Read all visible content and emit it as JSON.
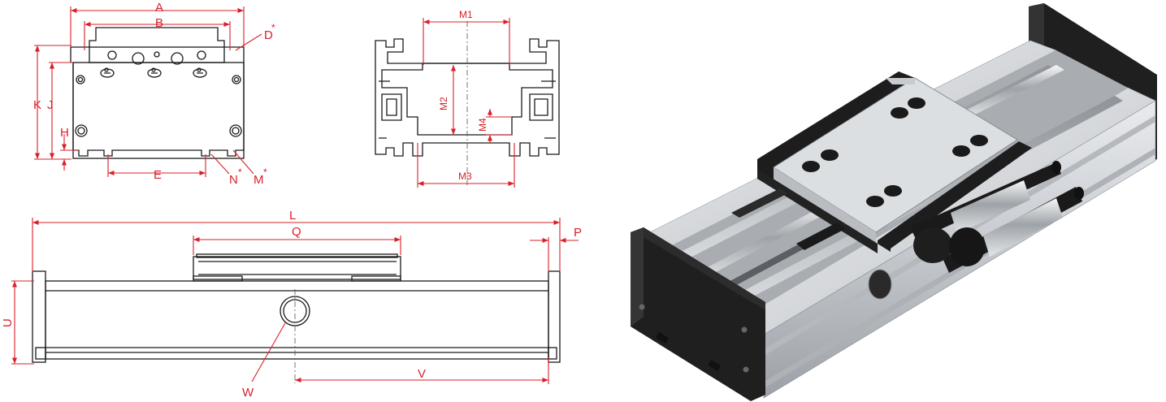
{
  "front_view": {
    "labels": {
      "A": "A",
      "B": "B",
      "D": "D",
      "D_star": "*",
      "K": "K",
      "J": "J",
      "H": "H",
      "E": "E",
      "N": "N",
      "N_star": "*",
      "M": "M",
      "M_star": "*"
    }
  },
  "profile_section": {
    "labels": {
      "M1": "M1",
      "M2": "M2",
      "M3": "M3",
      "M4": "M4"
    }
  },
  "side_view": {
    "labels": {
      "L": "L",
      "Q": "Q",
      "P": "P",
      "U": "U",
      "V": "V",
      "W": "W"
    }
  },
  "colors": {
    "dimension": "#d9202a",
    "outline": "#1a1a1a",
    "anodized_body": "#c9ccd0",
    "end_plates": "#1c1c1c"
  }
}
